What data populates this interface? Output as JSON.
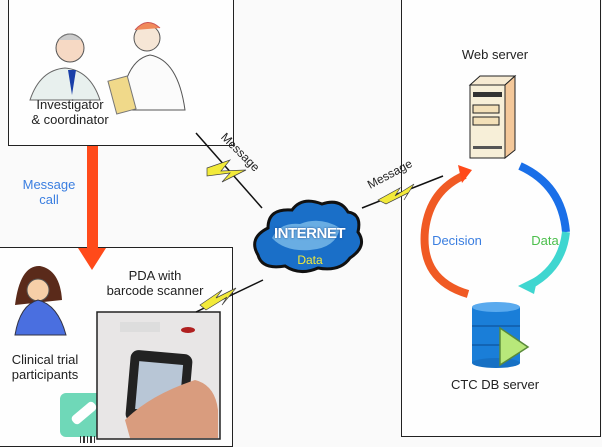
{
  "nodes": {
    "investigator": {
      "label_line1": "Investigator",
      "label_line2": "& coordinator"
    },
    "participants": {
      "label_line1": "Clinical trial",
      "label_line2": "participants"
    },
    "pda": {
      "label_line1": "PDA with",
      "label_line2": "barcode scanner"
    },
    "internet": {
      "title": "INTERNET",
      "sublabel": "Data"
    },
    "web_server": {
      "label": "Web server"
    },
    "db_server": {
      "label": "CTC DB server"
    }
  },
  "edges": {
    "message_call": {
      "line1": "Message",
      "line2": "call"
    },
    "investigator_internet": {
      "label": "Message"
    },
    "internet_webserver": {
      "label": "Message"
    },
    "decision": {
      "label": "Decision"
    },
    "data": {
      "label": "Data"
    }
  },
  "colors": {
    "call_arrow": "#ff4a1a",
    "decision_arrow": "#f05a24",
    "blue_arc": "#1a6fe8",
    "cyan_arrow": "#3fd6d0",
    "label_blue": "#3a7ee0",
    "label_green": "#4cbf4c",
    "bolt_yellow": "#f2ea3a"
  }
}
